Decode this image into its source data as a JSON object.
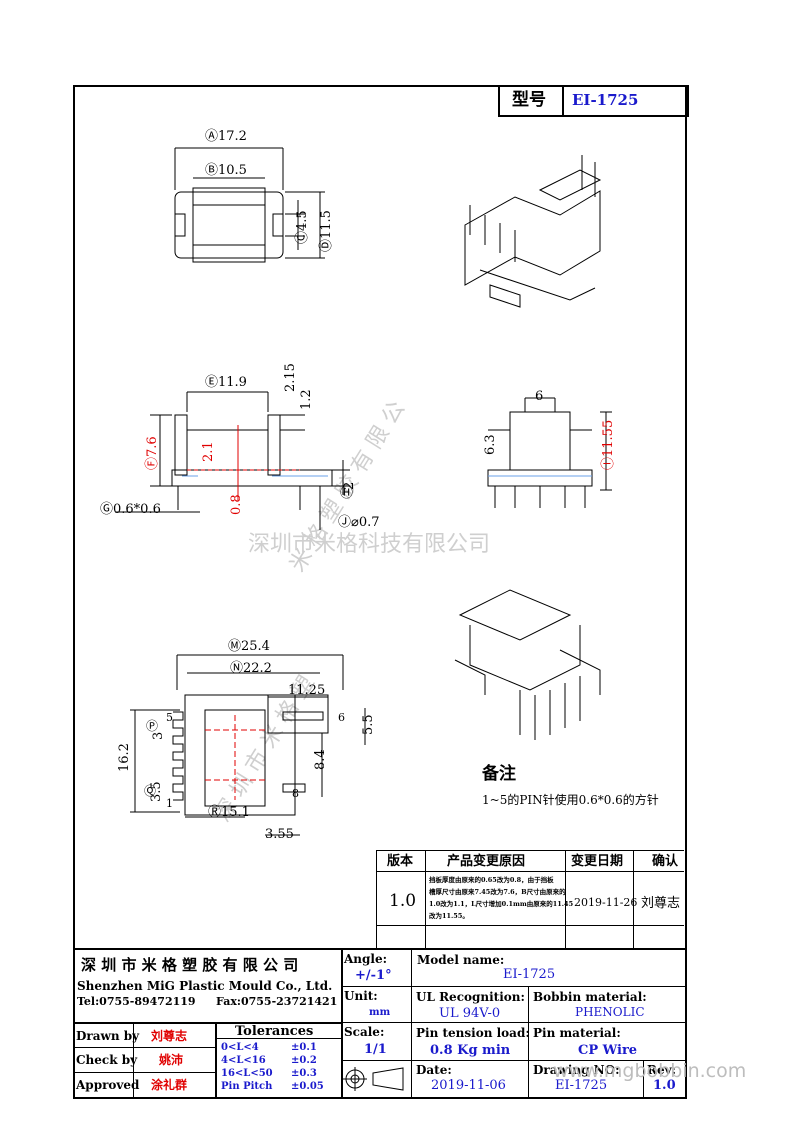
{
  "header": {
    "model_label": "型号",
    "model_value": "EI-1725"
  },
  "dims": {
    "a": "Ⓐ17.2",
    "b": "Ⓑ10.5",
    "c": "Ⓒ4.5",
    "d": "Ⓓ11.5",
    "e": "Ⓔ11.9",
    "v215": "2.15",
    "v12": "1.2",
    "f": "Ⓕ7.6",
    "f21": "2.1",
    "v08": "0.8",
    "g": "Ⓖ0.6*0.6",
    "h2": "2",
    "hh": "Ⓗ",
    "j": "Ⓙ⌀0.7",
    "v6": "6",
    "v63": "6.3",
    "i": "Ⓘ11.55",
    "m": "Ⓜ25.4",
    "n": "Ⓝ22.2",
    "v1125": "11.25",
    "v55": "5.5",
    "v162": "16.2",
    "v3": "3",
    "v35": "3.5",
    "v84": "8.4",
    "r": "Ⓡ15.1",
    "v355": "3.55",
    "p5": "5",
    "p1": "1",
    "p6": "6",
    "p8": "8",
    "q": "Ⓠ",
    "p": "Ⓟ"
  },
  "notes": {
    "title": "备注",
    "text": "1~5的PIN针使用0.6*0.6的方针"
  },
  "watermark": {
    "company": "深圳市米格科技有限公司",
    "diag1": "米 格 塑 胶 有 限 公",
    "diag2": "深 圳 市 米 格 塑"
  },
  "revision": {
    "headers": [
      "版本",
      "产品变更原因",
      "变更日期",
      "确认"
    ],
    "rows": [
      {
        "version": "1.0",
        "reason": [
          "挡板厚度由原来的0.65改为0.8，由于挡板",
          "槽厚尺寸由原来7.45改为7.6，B尺寸由原来的",
          "1.0改为1.1，L尺寸增加0.1mm由原来的11.45",
          "改为11.55。"
        ],
        "date": "2019-11-26",
        "confirm": "刘尊志"
      }
    ]
  },
  "titleblock": {
    "company_cn": "深 圳 市 米 格 塑 胶 有 限 公 司",
    "company_en": "Shenzhen MiG Plastic Mould Co., Ltd.",
    "tel": "Tel:0755-89472119",
    "fax": "Fax:0755-23721421",
    "angle_label": "Angle:",
    "angle_value": "+/-1°",
    "unit_label": "Unit:",
    "unit_value": "mm",
    "scale_label": "Scale:",
    "scale_value": "1/1",
    "model_label": "Model name:",
    "model_value": "EI-1725",
    "ul_label": "UL Recognition:",
    "ul_value": "UL 94V-0",
    "bobbin_label": "Bobbin material:",
    "bobbin_value": "PHENOLIC",
    "pin_tension_label": "Pin tension load:",
    "pin_tension_value": "0.8 Kg min",
    "pin_mat_label": "Pin material:",
    "pin_mat_value": "CP Wire",
    "date_label": "Date:",
    "date_value": "2019-11-06",
    "drawing_label": "Drawing NO:",
    "drawing_value": "EI-1725",
    "rev_label": "Rev:",
    "rev_value": "1.0",
    "drawn_label": "Drawn by",
    "drawn_value": "刘尊志",
    "check_label": "Check by",
    "check_value": "姚沛",
    "approved_label": "Approved",
    "approved_value": "涂礼群",
    "tol_title": "Tolerances",
    "tol": [
      {
        "range": "0<L<4",
        "val": "±0.1"
      },
      {
        "range": "4<L<16",
        "val": "±0.2"
      },
      {
        "range": "16<L<50",
        "val": "±0.3"
      },
      {
        "range": "Pin Pitch",
        "val": "±0.05"
      }
    ],
    "website": "www.mgbobbin.com"
  }
}
